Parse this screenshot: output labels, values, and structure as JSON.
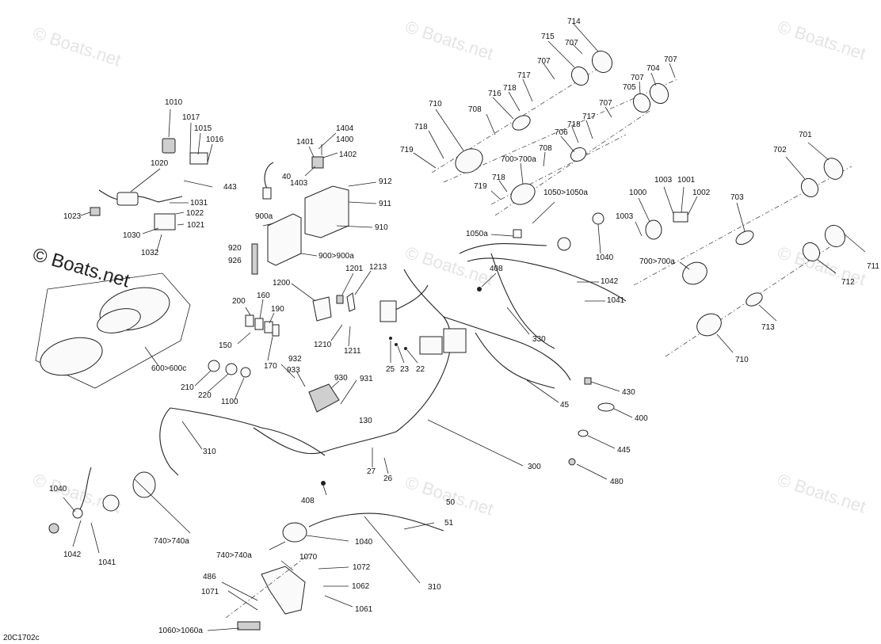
{
  "watermark": {
    "text": "© Boats.net",
    "prominent_text": "© Boats.net"
  },
  "diagram_code": "20C1702c",
  "callouts": [
    {
      "id": "c1010",
      "text": "1010"
    },
    {
      "id": "c1017",
      "text": "1017"
    },
    {
      "id": "c1015",
      "text": "1015"
    },
    {
      "id": "c1016",
      "text": "1016"
    },
    {
      "id": "c1020",
      "text": "1020"
    },
    {
      "id": "c443",
      "text": "443"
    },
    {
      "id": "c1031",
      "text": "1031"
    },
    {
      "id": "c1022",
      "text": "1022"
    },
    {
      "id": "c1021",
      "text": "1021"
    },
    {
      "id": "c1023",
      "text": "1023"
    },
    {
      "id": "c1030",
      "text": "1030"
    },
    {
      "id": "c1032",
      "text": "1032"
    },
    {
      "id": "c1404",
      "text": "1404"
    },
    {
      "id": "c1401",
      "text": "1401"
    },
    {
      "id": "c1400",
      "text": "1400"
    },
    {
      "id": "c1402",
      "text": "1402"
    },
    {
      "id": "c1403",
      "text": "1403"
    },
    {
      "id": "c40",
      "text": "40"
    },
    {
      "id": "c912",
      "text": "912"
    },
    {
      "id": "c911",
      "text": "911"
    },
    {
      "id": "c910",
      "text": "910"
    },
    {
      "id": "c900a",
      "text": "900a"
    },
    {
      "id": "c920",
      "text": "920"
    },
    {
      "id": "c926",
      "text": "926"
    },
    {
      "id": "c900",
      "text": "900>900a"
    },
    {
      "id": "c1201",
      "text": "1201"
    },
    {
      "id": "c1213",
      "text": "1213"
    },
    {
      "id": "c1200",
      "text": "1200"
    },
    {
      "id": "c1210",
      "text": "1210"
    },
    {
      "id": "c1211",
      "text": "1211"
    },
    {
      "id": "c200",
      "text": "200"
    },
    {
      "id": "c160",
      "text": "160"
    },
    {
      "id": "c190",
      "text": "190"
    },
    {
      "id": "c150",
      "text": "150"
    },
    {
      "id": "c170",
      "text": "170"
    },
    {
      "id": "c600",
      "text": "600>600c"
    },
    {
      "id": "c210",
      "text": "210"
    },
    {
      "id": "c220",
      "text": "220"
    },
    {
      "id": "c1100",
      "text": "1100"
    },
    {
      "id": "c932",
      "text": "932"
    },
    {
      "id": "c933",
      "text": "933"
    },
    {
      "id": "c930",
      "text": "930"
    },
    {
      "id": "c931",
      "text": "931"
    },
    {
      "id": "c130",
      "text": "130"
    },
    {
      "id": "c310a",
      "text": "310"
    },
    {
      "id": "c1040a",
      "text": "1040"
    },
    {
      "id": "c1042a",
      "text": "1042"
    },
    {
      "id": "c1041a",
      "text": "1041"
    },
    {
      "id": "c740a",
      "text": "740>740a"
    },
    {
      "id": "c408a",
      "text": "408"
    },
    {
      "id": "c27",
      "text": "27"
    },
    {
      "id": "c26",
      "text": "26"
    },
    {
      "id": "c50",
      "text": "50"
    },
    {
      "id": "c51",
      "text": "51"
    },
    {
      "id": "c1040b",
      "text": "1040"
    },
    {
      "id": "c740b",
      "text": "740>740a"
    },
    {
      "id": "c310b",
      "text": "310"
    },
    {
      "id": "c1070",
      "text": "1070"
    },
    {
      "id": "c1072",
      "text": "1072"
    },
    {
      "id": "c486",
      "text": "486"
    },
    {
      "id": "c1062",
      "text": "1062"
    },
    {
      "id": "c1071",
      "text": "1071"
    },
    {
      "id": "c1061",
      "text": "1061"
    },
    {
      "id": "c1060",
      "text": "1060>1060a"
    },
    {
      "id": "c300",
      "text": "300"
    },
    {
      "id": "c25",
      "text": "25"
    },
    {
      "id": "c23",
      "text": "23"
    },
    {
      "id": "c22",
      "text": "22"
    },
    {
      "id": "c408b",
      "text": "408"
    },
    {
      "id": "c330",
      "text": "330"
    },
    {
      "id": "c45",
      "text": "45"
    },
    {
      "id": "c1042b",
      "text": "1042"
    },
    {
      "id": "c1041b",
      "text": "1041"
    },
    {
      "id": "c1040c",
      "text": "1040"
    },
    {
      "id": "c1050a",
      "text": "1050a"
    },
    {
      "id": "c1050",
      "text": "1050>1050a"
    },
    {
      "id": "c430",
      "text": "430"
    },
    {
      "id": "c400",
      "text": "400"
    },
    {
      "id": "c445",
      "text": "445"
    },
    {
      "id": "c480",
      "text": "480"
    },
    {
      "id": "c714",
      "text": "714"
    },
    {
      "id": "c715",
      "text": "715"
    },
    {
      "id": "c707a",
      "text": "707"
    },
    {
      "id": "c707b",
      "text": "707"
    },
    {
      "id": "c707c",
      "text": "707"
    },
    {
      "id": "c704",
      "text": "704"
    },
    {
      "id": "c717a",
      "text": "717"
    },
    {
      "id": "c718a",
      "text": "718"
    },
    {
      "id": "c716",
      "text": "716"
    },
    {
      "id": "c710a",
      "text": "710"
    },
    {
      "id": "c708a",
      "text": "708"
    },
    {
      "id": "c707d",
      "text": "707"
    },
    {
      "id": "c707e",
      "text": "707"
    },
    {
      "id": "c705",
      "text": "705"
    },
    {
      "id": "c717b",
      "text": "717"
    },
    {
      "id": "c718b",
      "text": "718"
    },
    {
      "id": "c706",
      "text": "706"
    },
    {
      "id": "c718c",
      "text": "718"
    },
    {
      "id": "c719a",
      "text": "719"
    },
    {
      "id": "c708b",
      "text": "708"
    },
    {
      "id": "c700a",
      "text": "700>700a"
    },
    {
      "id": "c718d",
      "text": "718"
    },
    {
      "id": "c719b",
      "text": "719"
    },
    {
      "id": "c701",
      "text": "701"
    },
    {
      "id": "c702",
      "text": "702"
    },
    {
      "id": "c1003a",
      "text": "1003"
    },
    {
      "id": "c1001",
      "text": "1001"
    },
    {
      "id": "c1000",
      "text": "1000"
    },
    {
      "id": "c1002",
      "text": "1002"
    },
    {
      "id": "c703",
      "text": "703"
    },
    {
      "id": "c1003b",
      "text": "1003"
    },
    {
      "id": "c700b",
      "text": "700>700a"
    },
    {
      "id": "c711",
      "text": "711"
    },
    {
      "id": "c712",
      "text": "712"
    },
    {
      "id": "c713",
      "text": "713"
    },
    {
      "id": "c710b",
      "text": "710"
    }
  ]
}
